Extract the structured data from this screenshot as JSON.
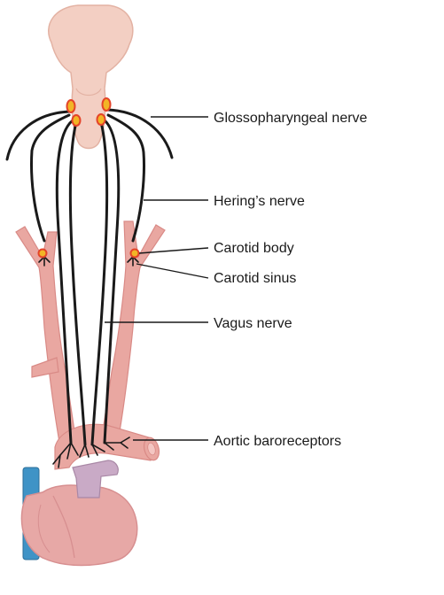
{
  "labels": {
    "glossopharyngeal": "Glossopharyngeal nerve",
    "herings": "Hering’s nerve",
    "carotid_body": "Carotid body",
    "carotid_sinus": "Carotid sinus",
    "vagus": "Vagus nerve",
    "aortic": "Aortic baroreceptors"
  },
  "colors": {
    "brainstem": "#f3cfc3",
    "brainstem_edge": "#e3b2a3",
    "artery": "#e9a7a1",
    "artery_dark": "#d98a86",
    "heart": "#e7a8a6",
    "heart_shade": "#d78f90",
    "vein_blue": "#3f93c6",
    "pulmonary": "#c9aac6",
    "receptor_fill": "#f2b526",
    "receptor_edge": "#e4442a",
    "nerve": "#1a1a1a"
  }
}
